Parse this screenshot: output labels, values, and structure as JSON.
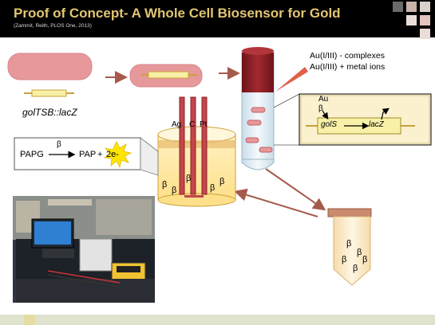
{
  "slide": {
    "title": "Proof of Concept- A Whole Cell Biosensor for Gold",
    "citation": "(Zammit, Reith, PLOS One, 2013)"
  },
  "diagram": {
    "construct_label": "golTSB::lacZ",
    "inducer_lines": [
      "Au(I/III) - complexes",
      "Au(I/III) + metal ions"
    ],
    "electrodes": [
      "Ag",
      "C",
      "Pt"
    ],
    "reaction": {
      "substrate": "PAPG",
      "enzyme": "β",
      "product": "PAP",
      "electrons": "2e-"
    },
    "gene_inset": {
      "metal": "Au",
      "regulator_symbol": "β",
      "regulator": "golS",
      "reporter": "lacZ"
    },
    "beta_symbol": "β"
  },
  "colors": {
    "title_gold": "#e3c571",
    "cell_pink": "#e6989b",
    "arrow_brown": "#a65a4c",
    "tube_red": "#8e1f24",
    "gene_yellow": "#f7f0a6",
    "cell_yellow": "#ffe699"
  }
}
